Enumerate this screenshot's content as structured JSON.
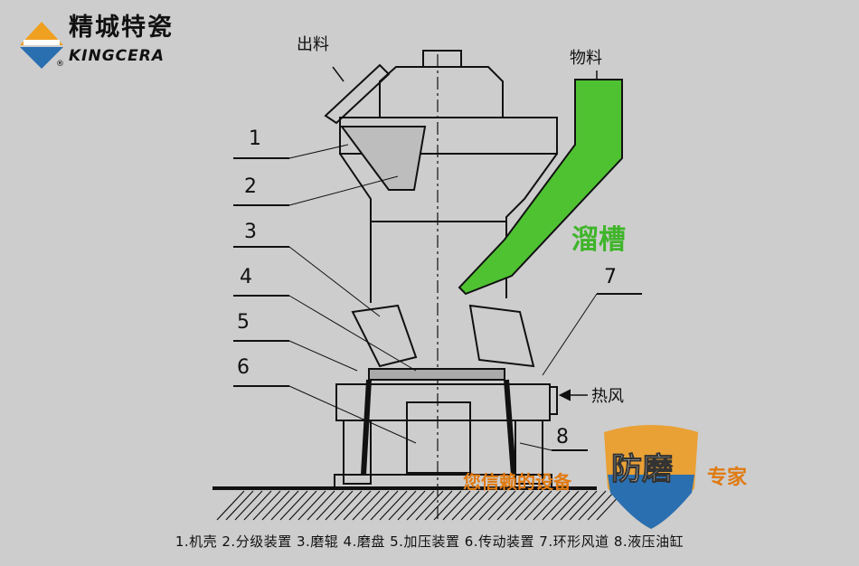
{
  "logo": {
    "name_cn": "精城特瓷",
    "name_en": "KINGCERA",
    "registered": "®"
  },
  "labels": {
    "outlet": "出料",
    "material": "物料",
    "chute": "溜槽",
    "hot_air": "热风",
    "numbers": [
      "1",
      "2",
      "3",
      "4",
      "5",
      "6",
      "7",
      "8"
    ]
  },
  "caption": "1.机壳 2.分级装置 3.磨辊 4.磨盘 5.加压装置 6.传动装置 7.环形风道 8.液压油缸",
  "watermark": {
    "prefix": "您信赖的设备",
    "shield": "防磨",
    "suffix": "专家"
  },
  "colors": {
    "background": "#cdcdcd",
    "chute": "#4fc232",
    "chute_text": "#3fb52a",
    "watermark_orange": "#e07a10",
    "shield_blue": "#2a6fb0"
  }
}
